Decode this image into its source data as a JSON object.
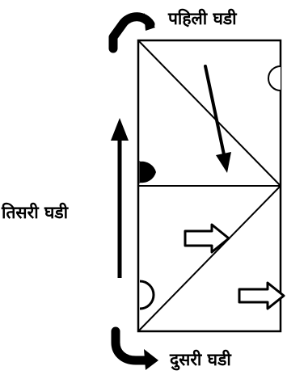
{
  "labels": {
    "first_fold": "पहिली घडी",
    "second_fold": "दुसरी घडी",
    "third_fold": "तिसरी घडी"
  },
  "colors": {
    "ink": "#000000",
    "paper": "#ffffff"
  },
  "icons": {
    "first_fold_marker": "curved-arrow-icon",
    "second_fold_marker": "curved-arrow-icon",
    "third_fold_marker": "up-arrow-icon",
    "fold_direction_down": "down-arrow-icon",
    "fold_direction_right": "outline-right-arrow-icon"
  }
}
